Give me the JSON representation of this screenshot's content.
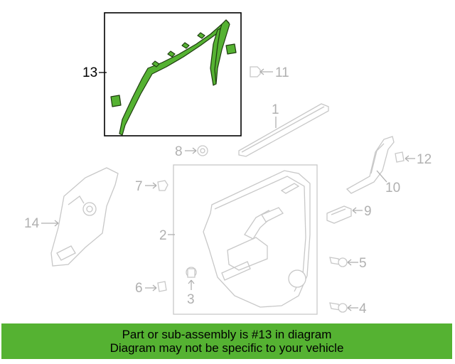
{
  "diagram": {
    "highlighted_part": "13",
    "highlight_color": "#55b232",
    "callouts": {
      "p1": "1",
      "p2": "2",
      "p3": "3",
      "p4": "4",
      "p5": "5",
      "p6": "6",
      "p7": "7",
      "p8": "8",
      "p9": "9",
      "p10": "10",
      "p11": "11",
      "p12": "12",
      "p13": "13",
      "p14": "14"
    }
  },
  "banner": {
    "line1": "Part or sub-assembly is #13 in diagram",
    "line2": "Diagram may not be specific to your vehicle",
    "background": "#55b232"
  }
}
